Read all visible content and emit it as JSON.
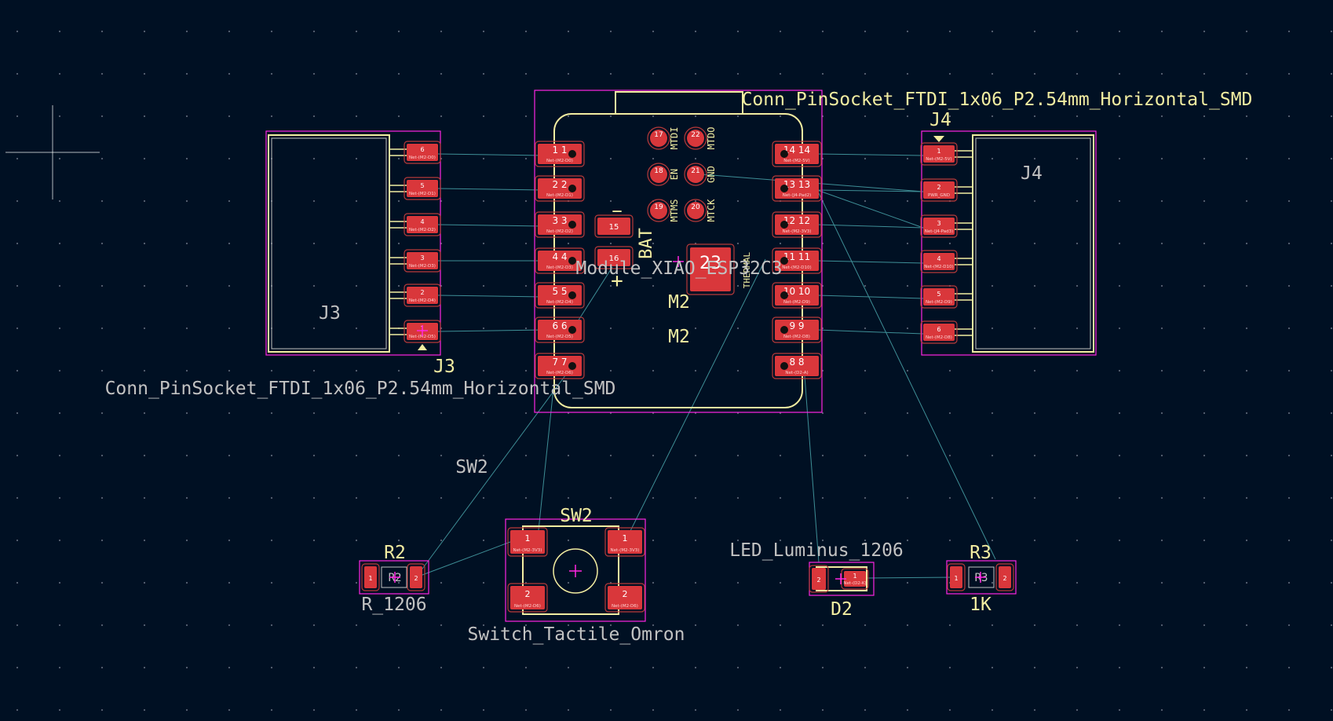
{
  "colors": {
    "background": "#001023",
    "grid": "#5a6475",
    "courtyard": "#ff26e2",
    "silkscreen": "#f2eda1",
    "fab": "#c2c2c2",
    "pad": "#d9373b",
    "pad_outline": "#b83a3a",
    "ratsnest": "#3e8e96"
  },
  "module": {
    "ref": "M2",
    "value": "M2",
    "footprint": "Module_XIAO_ESP32C3",
    "bat_label": "BAT",
    "minus": "−",
    "plus": "+",
    "thermal_label": "THERMAL",
    "thermal_pad": "23",
    "bat_pads": [
      "15",
      "16"
    ],
    "left_pads": [
      {
        "num": "1",
        "net": "Net-(M2-D0)"
      },
      {
        "num": "2",
        "net": "Net-(M2-D1)"
      },
      {
        "num": "3",
        "net": "Net-(M2-D2)"
      },
      {
        "num": "4",
        "net": "Net-(M2-D3)"
      },
      {
        "num": "5",
        "net": "Net-(M2-D4)"
      },
      {
        "num": "6",
        "net": "Net-(M2-D5)"
      },
      {
        "num": "7",
        "net": "Net-(M2-D6)"
      }
    ],
    "right_pads": [
      {
        "num": "14",
        "net": "Net-(M2-5V)"
      },
      {
        "num": "13",
        "net": "Net-(J4-Pad2)"
      },
      {
        "num": "12",
        "net": "Net-(M2-3V3)"
      },
      {
        "num": "11",
        "net": "Net-(M2-D10)"
      },
      {
        "num": "10",
        "net": "Net-(M2-D9)"
      },
      {
        "num": "9",
        "net": "Net-(M2-D8)"
      },
      {
        "num": "8",
        "net": "Net-(D2-A)"
      }
    ],
    "jtag": [
      {
        "num": "17",
        "label": "MTDI"
      },
      {
        "num": "22",
        "label": "MTDO"
      },
      {
        "num": "18",
        "label": "EN"
      },
      {
        "num": "21",
        "label": "GND"
      },
      {
        "num": "19",
        "label": "MTMS"
      },
      {
        "num": "20",
        "label": "MTCK"
      }
    ]
  },
  "j3": {
    "ref": "J3",
    "value": "Conn_PinSocket_FTDI_1x06_P2.54mm_Horizontal_SMD",
    "pads": [
      {
        "num": "6",
        "net": "Net-(M2-D0)"
      },
      {
        "num": "5",
        "net": "Net-(M2-D1)"
      },
      {
        "num": "4",
        "net": "Net-(M2-D2)"
      },
      {
        "num": "3",
        "net": "Net-(M2-D3)"
      },
      {
        "num": "2",
        "net": "Net-(M2-D4)"
      },
      {
        "num": "1",
        "net": "Net-(M2-D5)"
      }
    ]
  },
  "j4": {
    "ref": "J4",
    "value": "Conn_PinSocket_FTDI_1x06_P2.54mm_Horizontal_SMD",
    "pads": [
      {
        "num": "1",
        "net": "Net-(M2-5V)"
      },
      {
        "num": "2",
        "net": "PWR_GND"
      },
      {
        "num": "3",
        "net": "Net-(J4-Pad3)"
      },
      {
        "num": "4",
        "net": "Net-(M2-D10)"
      },
      {
        "num": "5",
        "net": "Net-(M2-D9)"
      },
      {
        "num": "6",
        "net": "Net-(M2-D8)"
      }
    ]
  },
  "sw2": {
    "ref": "SW2",
    "value": "Switch_Tactile_Omron",
    "pads": [
      {
        "num": "1",
        "net": "Net-(M2-3V3)"
      },
      {
        "num": "1",
        "net": "Net-(M2-3V3)"
      },
      {
        "num": "2",
        "net": "Net-(M2-D6)"
      },
      {
        "num": "2",
        "net": "Net-(M2-D6)"
      }
    ]
  },
  "r2": {
    "ref": "R2",
    "value": "R_1206",
    "pads": [
      "1",
      "2"
    ]
  },
  "d2": {
    "ref": "D2",
    "value": "LED_Luminus_1206",
    "pads": [
      "2",
      "1"
    ],
    "pad_net": "Net-(D2-K)"
  },
  "r3": {
    "ref": "R3",
    "value": "1K",
    "pads": [
      "1",
      "2"
    ]
  }
}
